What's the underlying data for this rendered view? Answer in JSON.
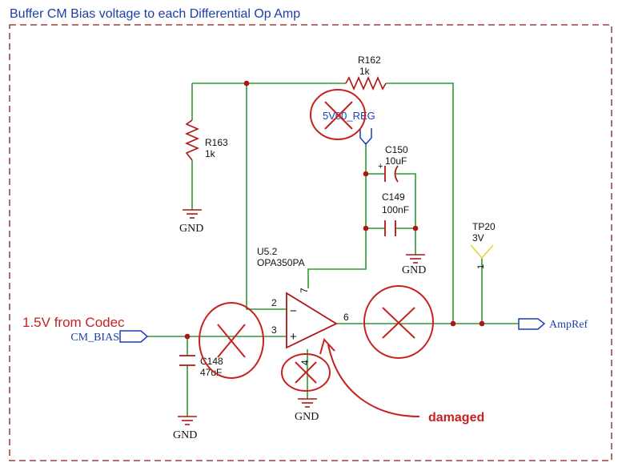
{
  "title": "Buffer CM Bias voltage to each Differential Op Amp",
  "colors": {
    "wire": "#2e9a2e",
    "part": "#b01515",
    "label": "#1a1a7a",
    "net": "#1c3fb0",
    "frame": "#8b1a1a",
    "title": "#1b3ea8",
    "mark": "#c8201f",
    "testpoint": "#e7d23a"
  },
  "components": {
    "r162": {
      "ref": "R162",
      "value": "1k"
    },
    "r163": {
      "ref": "R163",
      "value": "1k"
    },
    "c150": {
      "ref": "C150",
      "value": "10uF"
    },
    "c149": {
      "ref": "C149",
      "value": "100nF"
    },
    "c148": {
      "ref": "C148",
      "value": "47uF"
    },
    "u52": {
      "ref": "U5.2",
      "part": "OPA350PA"
    },
    "tp20": {
      "ref": "TP20",
      "value": "3V",
      "pin": "1"
    }
  },
  "pins": {
    "inv": "2",
    "noninv": "3",
    "out": "6",
    "vcc": "7",
    "gnd": "4"
  },
  "nets": {
    "supply": "5V00_REG",
    "gnd": "GND",
    "cm_bias": "CM_BIAS",
    "ampref": "AmpRef"
  },
  "annotations": {
    "source": "1.5V from Codec",
    "damaged": "damaged"
  },
  "op_symbols": {
    "minus": "−",
    "plus": "+"
  }
}
